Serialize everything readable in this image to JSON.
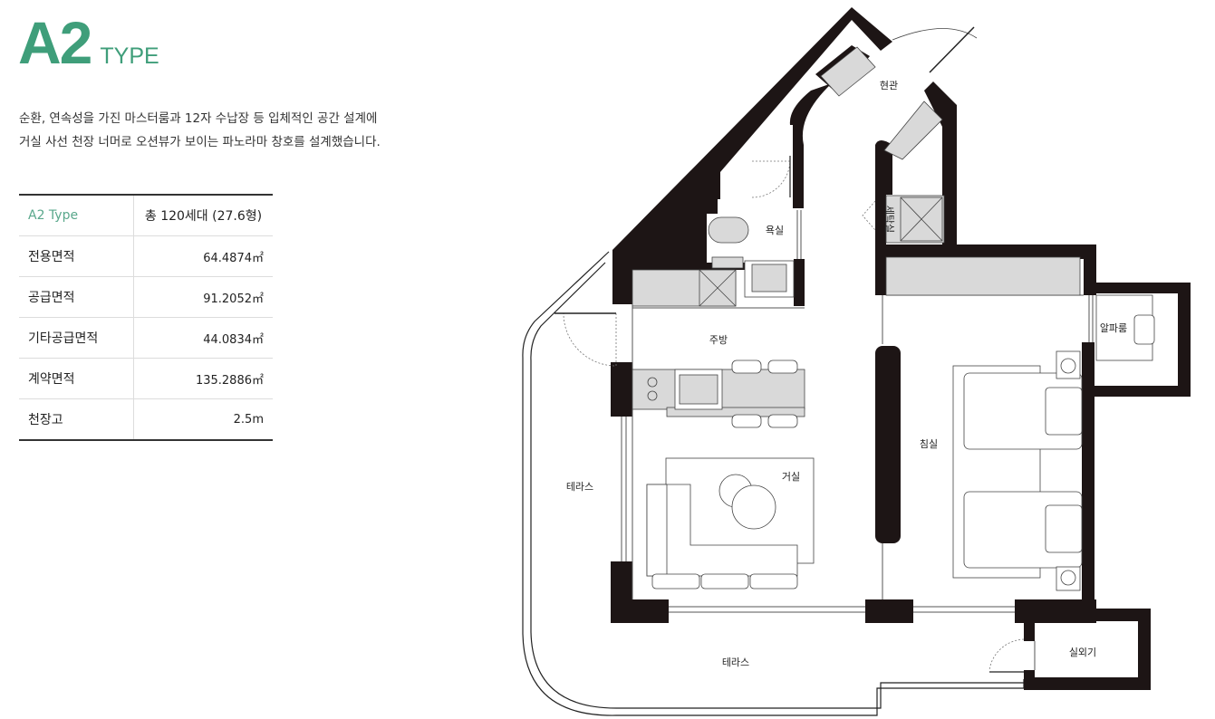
{
  "header": {
    "type_code": "A2",
    "type_word": "TYPE"
  },
  "description": {
    "line1": "순환, 연속성을 가진 마스터룸과 12자 수납장 등 입체적인 공간 설계에",
    "line2": "거실 사선 천장 너머로 오션뷰가 보이는 파노라마 창호를 설계했습니다."
  },
  "spec_table": {
    "rows": [
      {
        "label": "A2 Type",
        "value": "총 120세대 (27.6형)"
      },
      {
        "label": "전용면적",
        "value": "64.4874㎡"
      },
      {
        "label": "공급면적",
        "value": "91.2052㎡"
      },
      {
        "label": "기타공급면적",
        "value": "44.0834㎡"
      },
      {
        "label": "계약면적",
        "value": "135.2886㎡"
      },
      {
        "label": "천장고",
        "value": "2.5m"
      }
    ]
  },
  "floorplan": {
    "rooms": {
      "entrance": "현관",
      "bath": "욕실",
      "laundry": "세탁실",
      "kitchen": "주방",
      "living": "거실",
      "bedroom": "침실",
      "alpha_room": "알파룸",
      "terrace_west": "테라스",
      "terrace_south": "테라스",
      "outdoor_unit": "실외기"
    }
  },
  "colors": {
    "accent": "#3f9e7a",
    "header_table": "#5aa88c",
    "wall": "#1d1515",
    "fixture": "#d9d9d9",
    "text": "#222222"
  }
}
